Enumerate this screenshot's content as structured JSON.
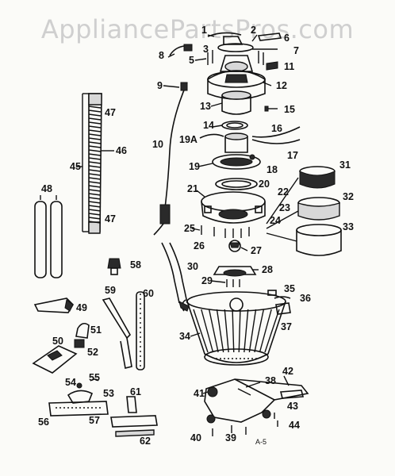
{
  "watermark": "AppliancePartsPros.com",
  "figure_code": "A-5",
  "callouts": {
    "c1": "1",
    "c2": "2",
    "c3": "3",
    "c5": "5",
    "c6": "6",
    "c7": "7",
    "c8": "8",
    "c9": "9",
    "c10": "10",
    "c11": "11",
    "c12": "12",
    "c13": "13",
    "c14": "14",
    "c15": "15",
    "c16": "16",
    "c17": "17",
    "c18": "18",
    "c19": "19",
    "c19a": "19A",
    "c20": "20",
    "c21": "21",
    "c22": "22",
    "c23": "23",
    "c24": "24",
    "c25": "25",
    "c26": "26",
    "c27": "27",
    "c28": "28",
    "c29": "29",
    "c30": "30",
    "c31": "31",
    "c32": "32",
    "c33": "33",
    "c34": "34",
    "c35": "35",
    "c36": "36",
    "c37": "37",
    "c38": "38",
    "c39": "39",
    "c40": "40",
    "c41": "41",
    "c42": "42",
    "c43": "43",
    "c44": "44",
    "c45": "45",
    "c46": "46",
    "c47a": "47",
    "c47b": "47",
    "c48": "48",
    "c49": "49",
    "c50": "50",
    "c51": "51",
    "c52": "52",
    "c53": "53",
    "c54": "54",
    "c55": "55",
    "c56": "56",
    "c57": "57",
    "c58": "58",
    "c59": "59",
    "c60": "60",
    "c61": "61",
    "c62": "62"
  }
}
